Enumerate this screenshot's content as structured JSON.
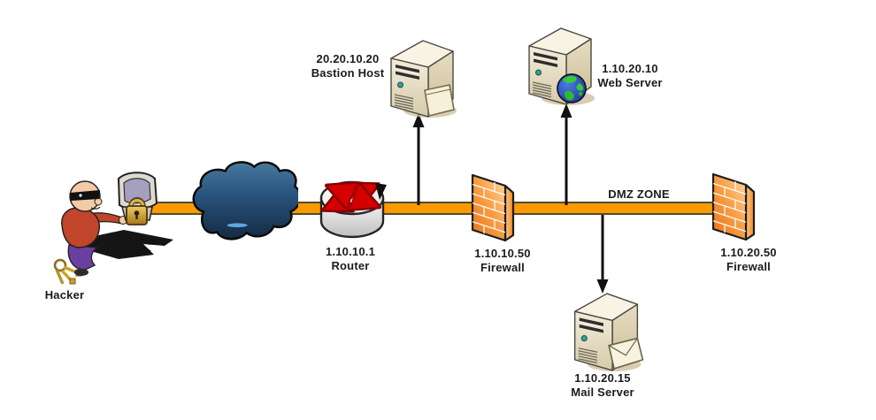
{
  "diagram_type": "network-security-topology",
  "zone": {
    "label": "DMZ ZONE"
  },
  "nodes": {
    "hacker": {
      "label": "Hacker"
    },
    "internet_cloud": {
      "label": ""
    },
    "router": {
      "ip": "1.10.10.1",
      "label": "Router"
    },
    "bastion_host": {
      "ip": "20.20.10.20",
      "label": "Bastion Host"
    },
    "outer_firewall": {
      "ip": "1.10.10.50",
      "label": "Firewall"
    },
    "web_server": {
      "ip": "1.10.20.10",
      "label": "Web Server"
    },
    "mail_server": {
      "ip": "1.10.20.15",
      "label": "Mail Server"
    },
    "inner_firewall": {
      "ip": "1.10.20.50",
      "label": "Firewall"
    }
  },
  "edges": [
    {
      "from": "hacker",
      "to": "internet_cloud",
      "style": "backbone"
    },
    {
      "from": "internet_cloud",
      "to": "router",
      "style": "backbone"
    },
    {
      "from": "router",
      "to": "outer_firewall",
      "style": "backbone"
    },
    {
      "from": "outer_firewall",
      "to": "inner_firewall",
      "style": "backbone",
      "zone": "DMZ ZONE"
    },
    {
      "from": "backbone",
      "to": "bastion_host",
      "style": "arrow-up"
    },
    {
      "from": "backbone",
      "to": "web_server",
      "style": "arrow-up"
    },
    {
      "from": "backbone",
      "to": "mail_server",
      "style": "arrow-down"
    }
  ],
  "icons": {
    "hacker": "burglar-picking-padlocked-monitor",
    "internet_cloud": "dark-cloud",
    "router": "cylinder-with-crossed-red-arrows",
    "firewall": "orange-brick-wall",
    "server": "tower-server",
    "bastion_badge": "file-folder",
    "web_badge": "globe",
    "mail_badge": "envelope"
  },
  "colors": {
    "backbone_orange": "#FF9900",
    "backbone_edge": "#4D4D33",
    "firewall_orange": "#F6891F",
    "cloud_navy": "#1E4163",
    "server_beige": "#EFE8D4",
    "arrow_black": "#111111",
    "router_arrow_red": "#D40000",
    "padlock_gold": "#D9B64A"
  }
}
